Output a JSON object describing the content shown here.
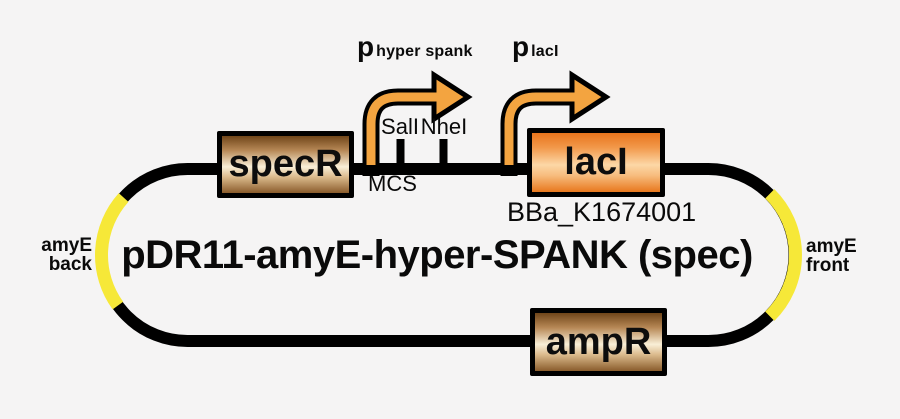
{
  "diagram": {
    "title": "pDR11-amyE-hyper-SPANK (spec)",
    "part_id": "BBa_K1674001",
    "mcs_label": "MCS",
    "genes": {
      "specR": {
        "label": "specR"
      },
      "lacI": {
        "label": "lacI"
      },
      "ampR": {
        "label": "ampR"
      }
    },
    "promoters": {
      "hyper_spank": {
        "symbol": "p",
        "name": "hyper spank"
      },
      "lacI": {
        "symbol": "p",
        "name": "lacI"
      }
    },
    "restriction_sites": {
      "site1": "SalI",
      "site2": "NheI"
    },
    "homology_arms": {
      "back": {
        "line1": "amyE",
        "line2": "back"
      },
      "front": {
        "line1": "amyE",
        "line2": "front"
      }
    },
    "colors": {
      "backbone_black": "#000000",
      "homology_arm_yellow": "#f6e838",
      "promoter_arrow_orange": "#f3a440",
      "gene_orange": "#e8771c",
      "gene_tan": "#8a5c2c",
      "background": "#f5f4f4"
    }
  }
}
